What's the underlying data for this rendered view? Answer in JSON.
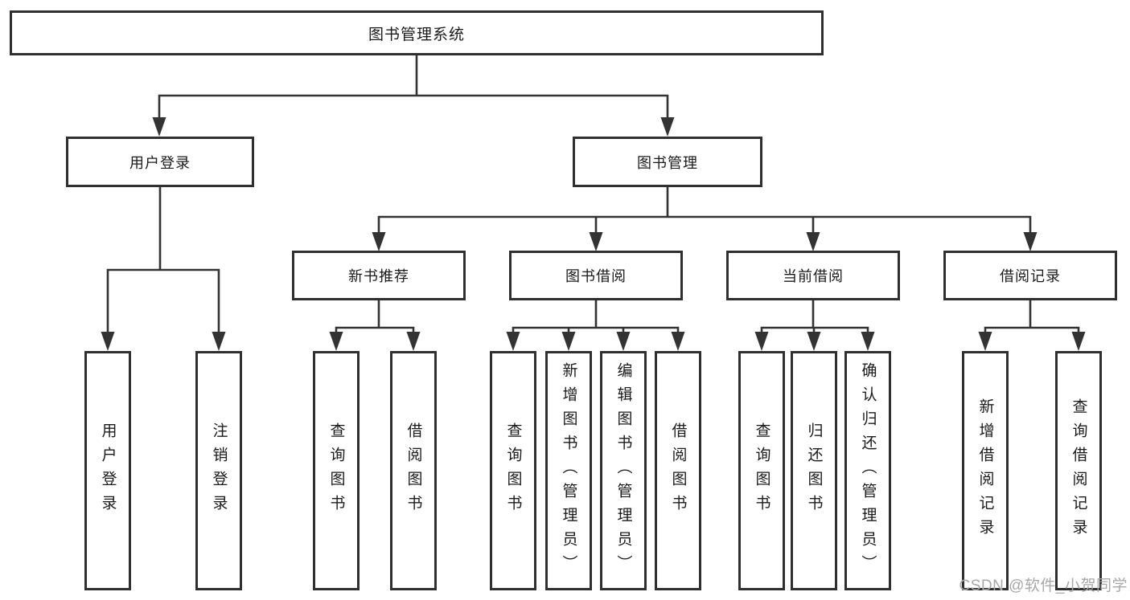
{
  "diagram_type": "hierarchy-chart",
  "tree": {
    "label": "图书管理系统",
    "children": [
      {
        "label": "用户登录",
        "children": [
          {
            "label": "用户登录"
          },
          {
            "label": "注销登录"
          }
        ]
      },
      {
        "label": "图书管理",
        "children": [
          {
            "label": "新书推荐",
            "children": [
              {
                "label": "查询图书"
              },
              {
                "label": "借阅图书"
              }
            ]
          },
          {
            "label": "图书借阅",
            "children": [
              {
                "label": "查询图书"
              },
              {
                "label": "新增图书（管理员）"
              },
              {
                "label": "编辑图书（管理员）"
              },
              {
                "label": "借阅图书"
              }
            ]
          },
          {
            "label": "当前借阅",
            "children": [
              {
                "label": "查询图书"
              },
              {
                "label": "归还图书"
              },
              {
                "label": "确认归还（管理员）"
              }
            ]
          },
          {
            "label": "借阅记录",
            "children": [
              {
                "label": "新增借阅记录"
              },
              {
                "label": "查询借阅记录"
              }
            ]
          }
        ]
      }
    ]
  },
  "watermark": {
    "text": "CSDN @软件_小贺同学"
  },
  "colors": {
    "line": "#333333",
    "box_border": "#2f2f2f",
    "box_background": "#ffffff",
    "text": "#1a1a1a",
    "watermark": "#a8a8a8"
  }
}
